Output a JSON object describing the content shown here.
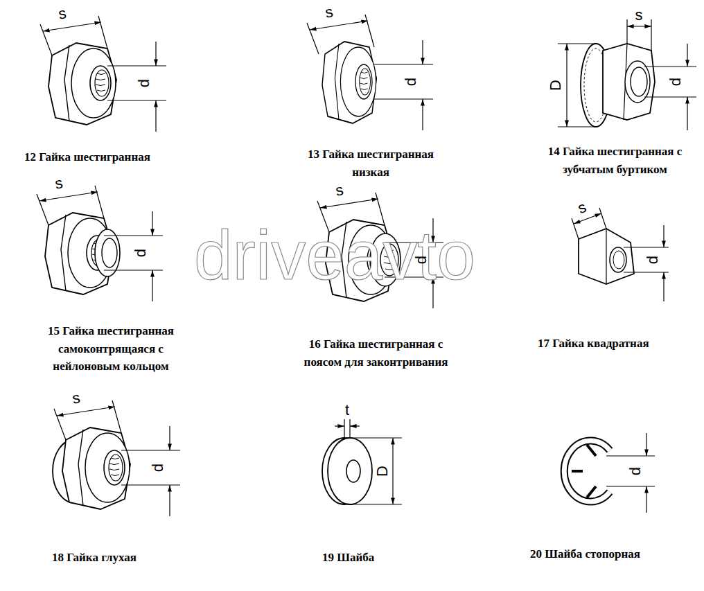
{
  "diagram": {
    "labels": [
      "s",
      "d",
      "12 Гайка шестигранная",
      "s",
      "d",
      "13 Гайка шестигранная низкая",
      "D",
      "s",
      "d",
      "14 Гайка шестигранная с зубчатым буртиком",
      "s",
      "d",
      "15 Гайка шестигранная самоконтрящаяся с нейлоновым кольцом",
      "driveavto",
      "s",
      "d",
      "16 Гайка шестигранная с поясом для законтривания",
      "s",
      "d",
      "17 Гайка квадратная",
      "s",
      "d",
      "18 Гайка глухая",
      "t",
      "D",
      "19 Шайба",
      "d",
      "20 Шайба стопорная"
    ]
  }
}
